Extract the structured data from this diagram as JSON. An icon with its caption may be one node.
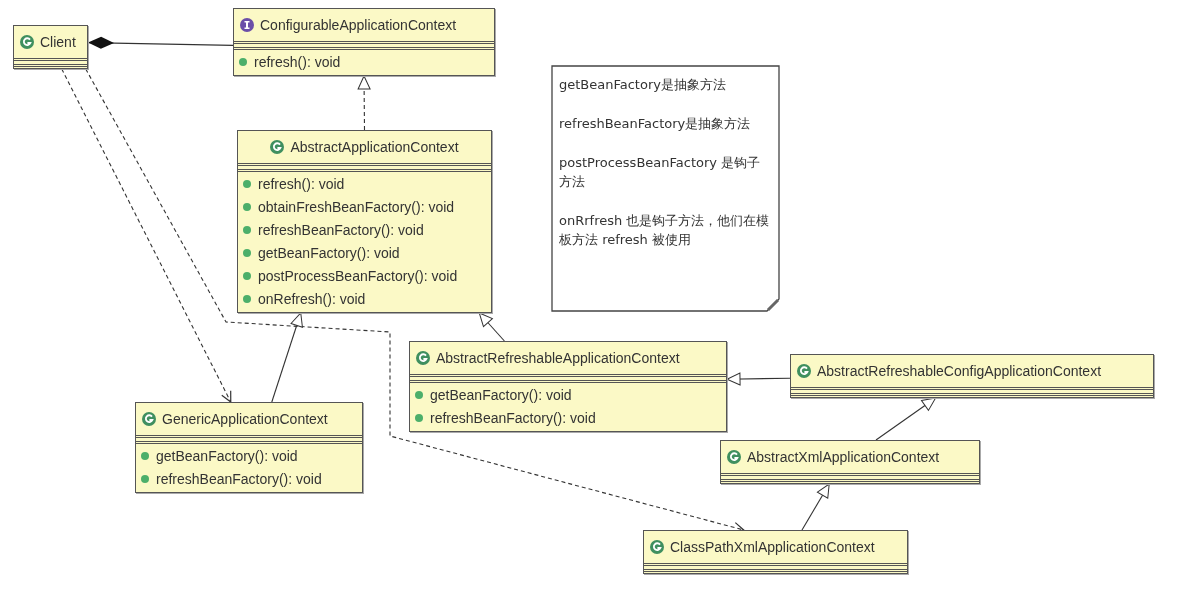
{
  "diagram": {
    "nodes": [
      {
        "text": [
          "Client"
        ]
      },
      {
        "text": [
          "ConfigurableApplicationContext",
          "refresh(): void"
        ]
      },
      {
        "text": [
          "AbstractApplicationContext",
          "refresh(): void",
          "obtainFreshBeanFactory(): void",
          "refreshBeanFactory(): void",
          "getBeanFactory(): void",
          "postProcessBeanFactory(): void",
          "onRefresh(): void"
        ]
      },
      {
        "text": [
          "getBeanFactory是抽象方法",
          "refreshBeanFactory是抽象方法",
          "postProcessBeanFactory 是钩子方法",
          "onRrfresh 也是钩子方法，他们在模板方法 refresh 被使用"
        ]
      },
      {
        "text": [
          "GenericApplicationContext",
          "getBeanFactory(): void",
          "refreshBeanFactory(): void"
        ]
      },
      {
        "text": [
          "AbstractRefreshableApplicationContext",
          "getBeanFactory(): void",
          "refreshBeanFactory(): void"
        ]
      },
      {
        "text": [
          "AbstractRefreshableConfigApplicationContext"
        ]
      },
      {
        "text": [
          "AbstractXmlApplicationContext"
        ]
      },
      {
        "text": [
          "ClassPathXmlApplicationContext"
        ]
      }
    ],
    "edges": [
      {
        "from": 0,
        "to": 1,
        "arrow": "other"
      },
      {
        "from": 2,
        "to": 1,
        "arrow": "to",
        "style": "dashed"
      },
      {
        "from": 0,
        "to": 4,
        "arrow": "to",
        "style": "dashed"
      },
      {
        "from": 0,
        "to": 8,
        "arrow": "to",
        "style": "dashed"
      },
      {
        "from": 4,
        "to": 2,
        "arrow": "to"
      },
      {
        "from": 5,
        "to": 2,
        "arrow": "to"
      },
      {
        "from": 6,
        "to": 5,
        "arrow": "to"
      },
      {
        "from": 7,
        "to": 6,
        "arrow": "to"
      },
      {
        "from": 8,
        "to": 7,
        "arrow": "to"
      }
    ]
  }
}
